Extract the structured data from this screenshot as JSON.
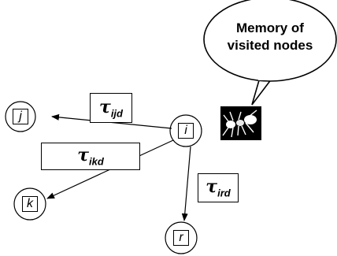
{
  "nodes": {
    "i": "i",
    "j": "j",
    "k": "k",
    "r": "r"
  },
  "edges": {
    "ij": {
      "symbol": "τ",
      "subscript": "ijd"
    },
    "ik": {
      "symbol": "τ",
      "subscript": "ikd"
    },
    "ir": {
      "symbol": "τ",
      "subscript": "ird"
    }
  },
  "memory_bubble": {
    "line1": "Memory of",
    "line2": "visited nodes"
  },
  "icons": {
    "agent": "ant-icon"
  }
}
